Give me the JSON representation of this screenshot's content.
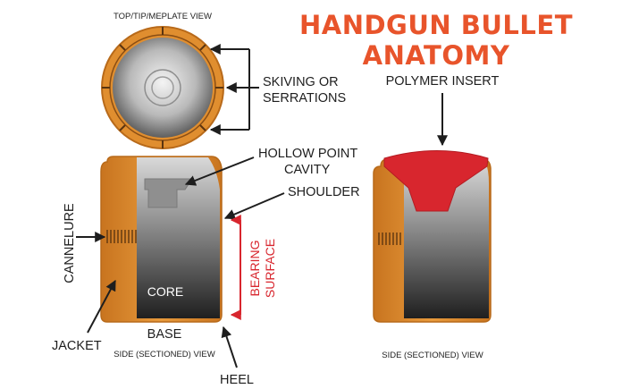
{
  "title": {
    "line1": "HANDGUN BULLET",
    "line2": "ANATOMY"
  },
  "views": {
    "top": "TOP/TIP/MEPLATE VIEW",
    "side_left": "SIDE (SECTIONED) VIEW",
    "side_right": "SIDE (SECTIONED) VIEW"
  },
  "labels": {
    "skiving_1": "SKIVING OR",
    "skiving_2": "SERRATIONS",
    "hollow_1": "HOLLOW POINT",
    "hollow_2": "CAVITY",
    "shoulder": "SHOULDER",
    "cannelure": "CANNELURE",
    "bearing_1": "BEARING",
    "bearing_2": "SURFACE",
    "core": "CORE",
    "base": "BASE",
    "jacket": "JACKET",
    "heel": "HEEL",
    "polymer": "POLYMER INSERT"
  },
  "colors": {
    "title": "#e8542b",
    "jacket": "#e08e2f",
    "polymer": "#d8262e",
    "bearing": "#d8262e"
  }
}
